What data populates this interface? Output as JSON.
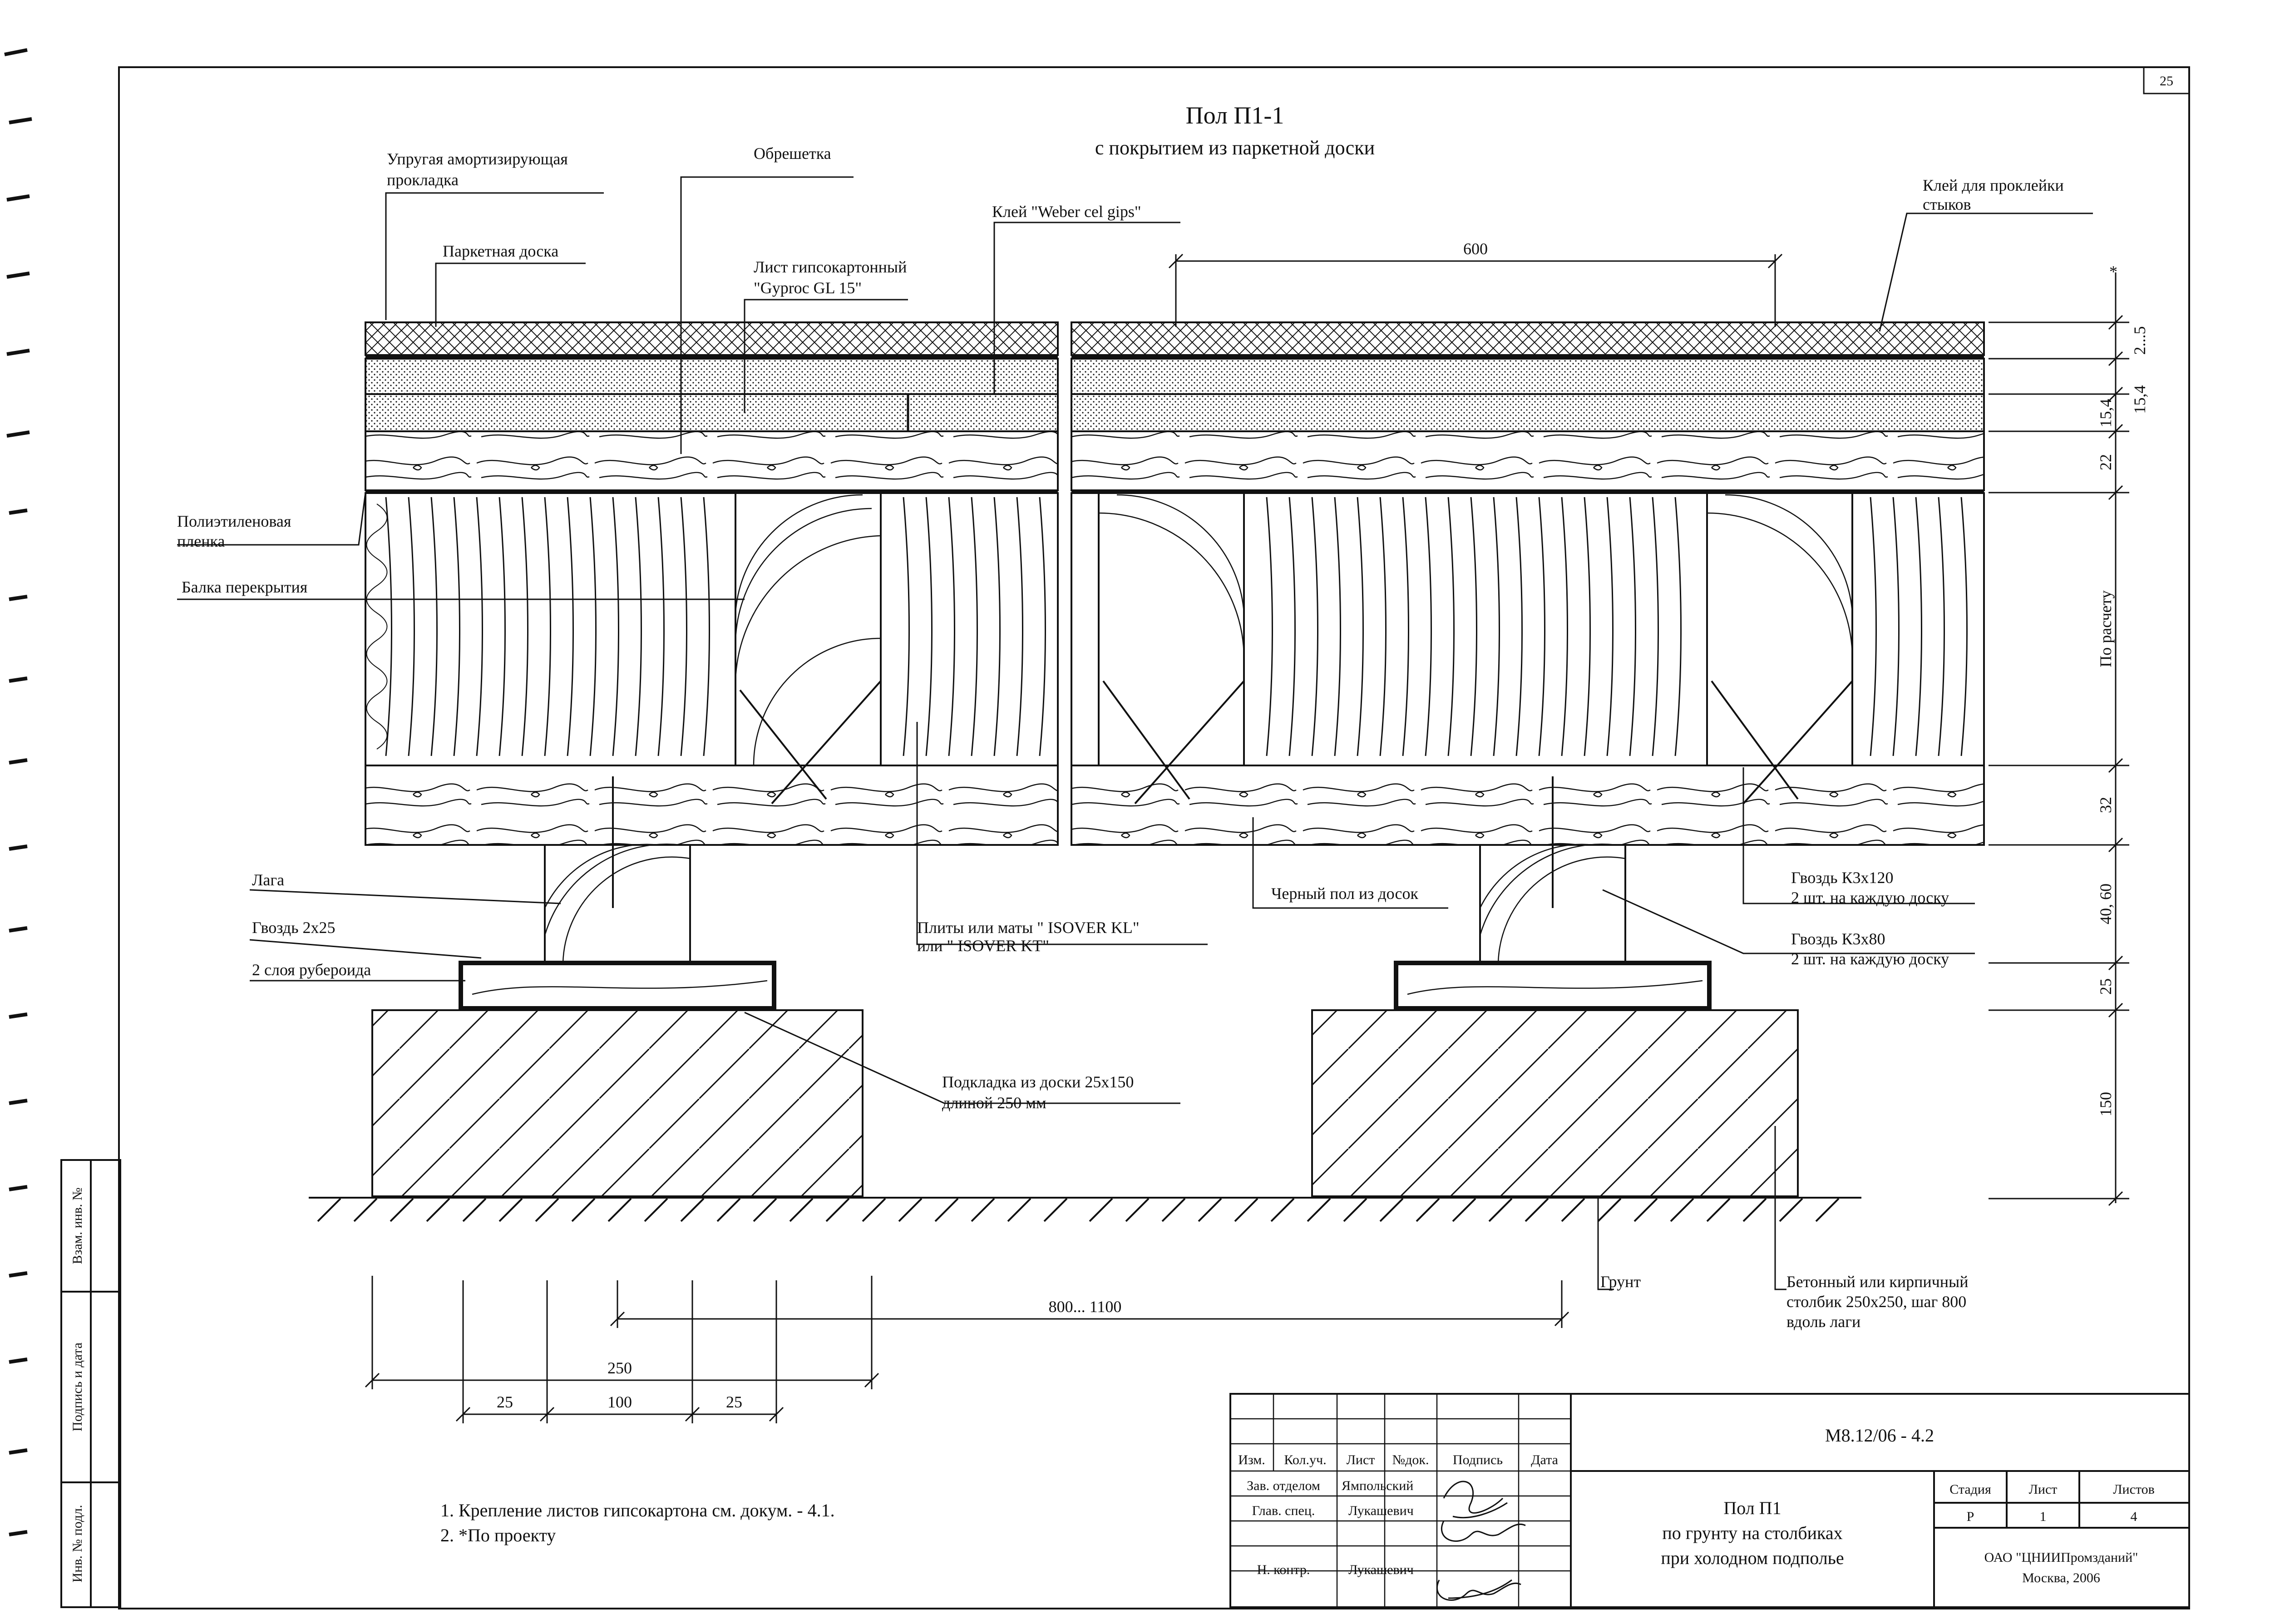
{
  "sheet": {
    "page_number": "25"
  },
  "title": {
    "main": "Пол П1-1",
    "sub": "с покрытием из паркетной доски"
  },
  "callouts": {
    "elastic_pad": "Упругая амортизирующая\nпрокладка",
    "lathing": "Обрешетка",
    "parquet": "Паркетная доска",
    "gypsum_sheet": "Лист гипсокартонный\n\"Gyproc GL 15\"",
    "glue_weber": "Клей \"Weber cel gips\"",
    "glue_joints": "Клей для проклейки\nстыков",
    "pe_film": "Полиэтиленовая\nпленка",
    "floor_beam": "Балка перекрытия",
    "log": "Лага",
    "nail_2x25": "Гвоздь 2х25",
    "roofing_felt": "2 слоя рубероида",
    "isover": "Плиты или маты \" ISOVER KL\"\nили \" ISOVER KT\"",
    "subfloor": "Черный пол из досок",
    "nail_k3x120": "Гвоздь К3х120\n2 шт. на каждую доску",
    "nail_k3x80": "Гвоздь К3х80\n2 шт. на каждую доску",
    "shim_board": "Подкладка из доски 25х150\nдлиной 250 мм",
    "ground": "Грунт",
    "pillar": "Бетонный или кирпичный\nстолбик 250х250, шаг 800\nвдоль лаги"
  },
  "dimensions": {
    "top_spacing": "600",
    "pillar_spacing": "800... 1100",
    "pillar_width": "250",
    "shim_left": "25",
    "shim_mid": "100",
    "shim_right": "25",
    "right_chain": [
      "*",
      "2...5",
      "15,4",
      "15,4",
      "22",
      "По расчету",
      "32",
      "40, 60",
      "25",
      "150"
    ]
  },
  "notes": [
    "1.  Крепление листов гипсокартона см. докум. - 4.1.",
    "2. *По проекту"
  ],
  "side_stamp": [
    "Взам. инв. №",
    "Подпись и дата",
    "Инв. № подл."
  ],
  "title_block": {
    "doc_code": "М8.12/06 - 4.2",
    "headers": [
      "Изм.",
      "Кол.уч.",
      "Лист",
      "№док.",
      "Подпись",
      "Дата"
    ],
    "roles": [
      {
        "role": "Зав. отделом",
        "name": "Ямпольский"
      },
      {
        "role": "Глав. спец.",
        "name": "Лукашевич"
      },
      {
        "role": "Н. контр.",
        "name": "Лукашевич"
      }
    ],
    "drawing_title": [
      "Пол П1",
      "по грунту на столбиках",
      "при холодном подполье"
    ],
    "stage_headers": [
      "Стадия",
      "Лист",
      "Листов"
    ],
    "stage_values": [
      "Р",
      "1",
      "4"
    ],
    "org": [
      "ОАО \"ЦНИИПромзданий\"",
      "Москва, 2006"
    ]
  },
  "colors": {
    "ink": "#111111",
    "paper": "#ffffff"
  }
}
